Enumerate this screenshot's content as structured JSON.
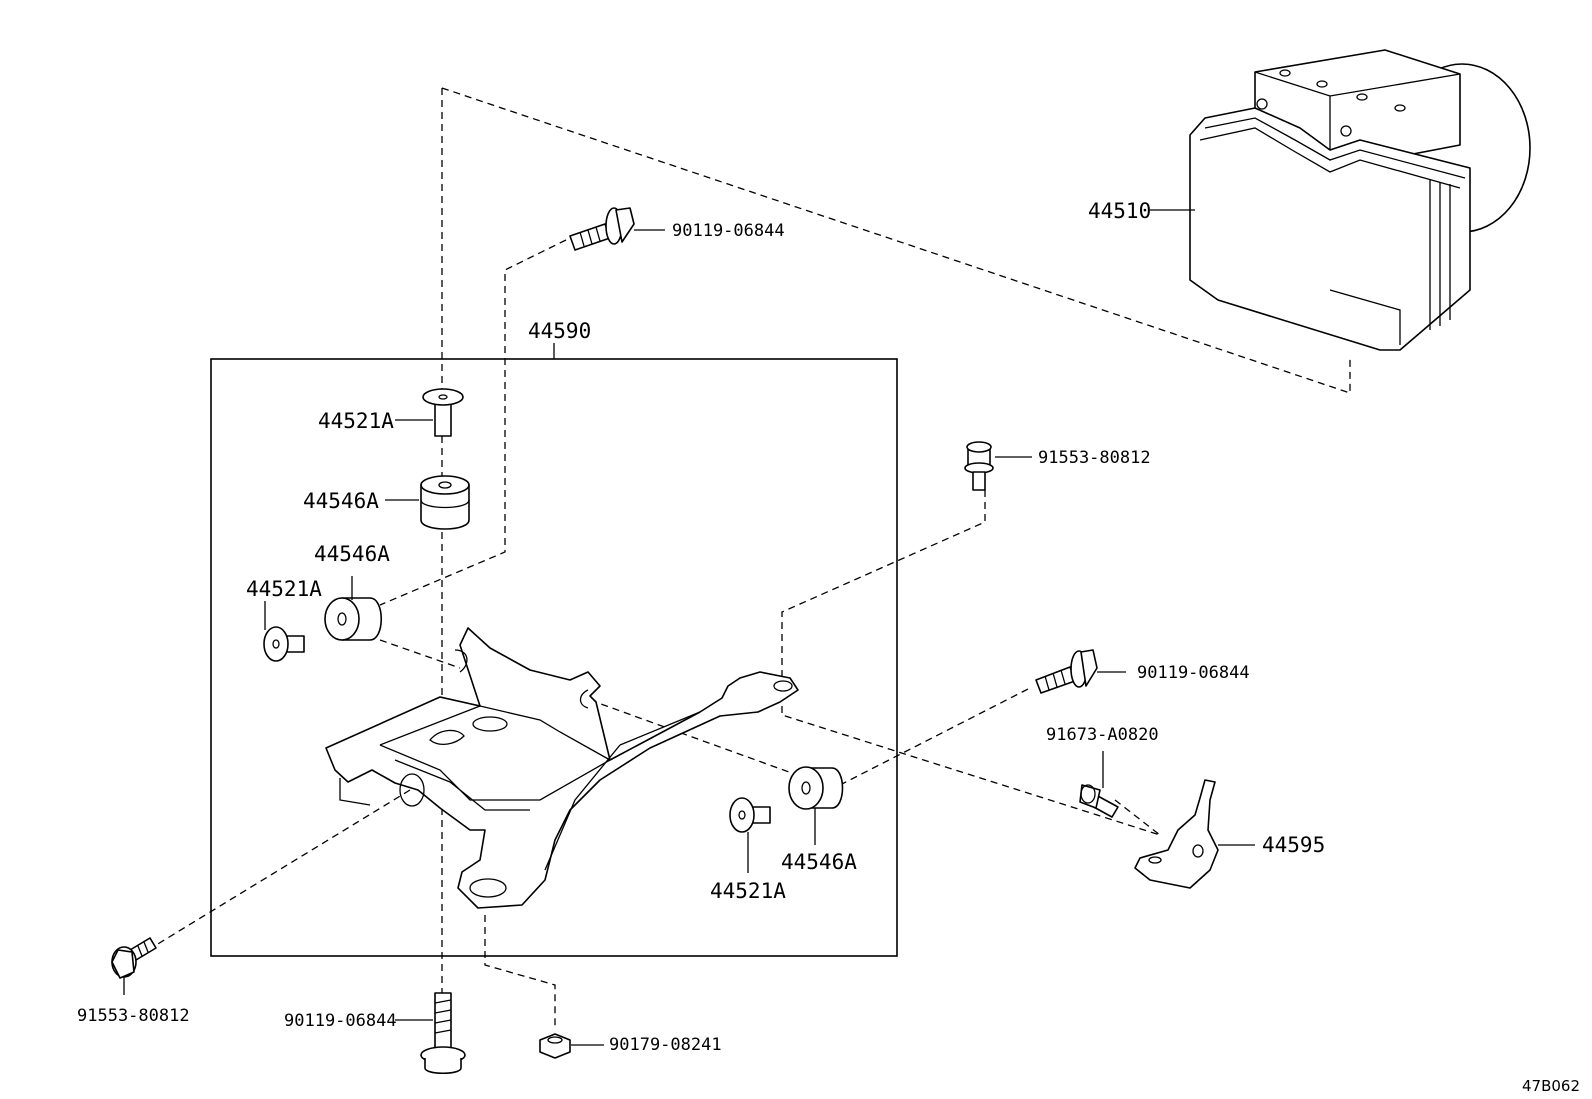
{
  "labels": {
    "p44510": "44510",
    "p44590": "44590",
    "p44595": "44595",
    "p44521A_top": "44521A",
    "p44546A_top": "44546A",
    "p44546A_left": "44546A",
    "p44521A_left": "44521A",
    "p44546A_right": "44546A",
    "p44521A_right": "44521A",
    "p90119_top": "90119-06844",
    "p90119_right": "90119-06844",
    "p90119_bottom": "90119-06844",
    "p91553_right": "91553-80812",
    "p91553_bottom": "91553-80812",
    "p91673": "91673-A0820",
    "p90179": "90179-08241"
  },
  "diagram_code": "47B062"
}
